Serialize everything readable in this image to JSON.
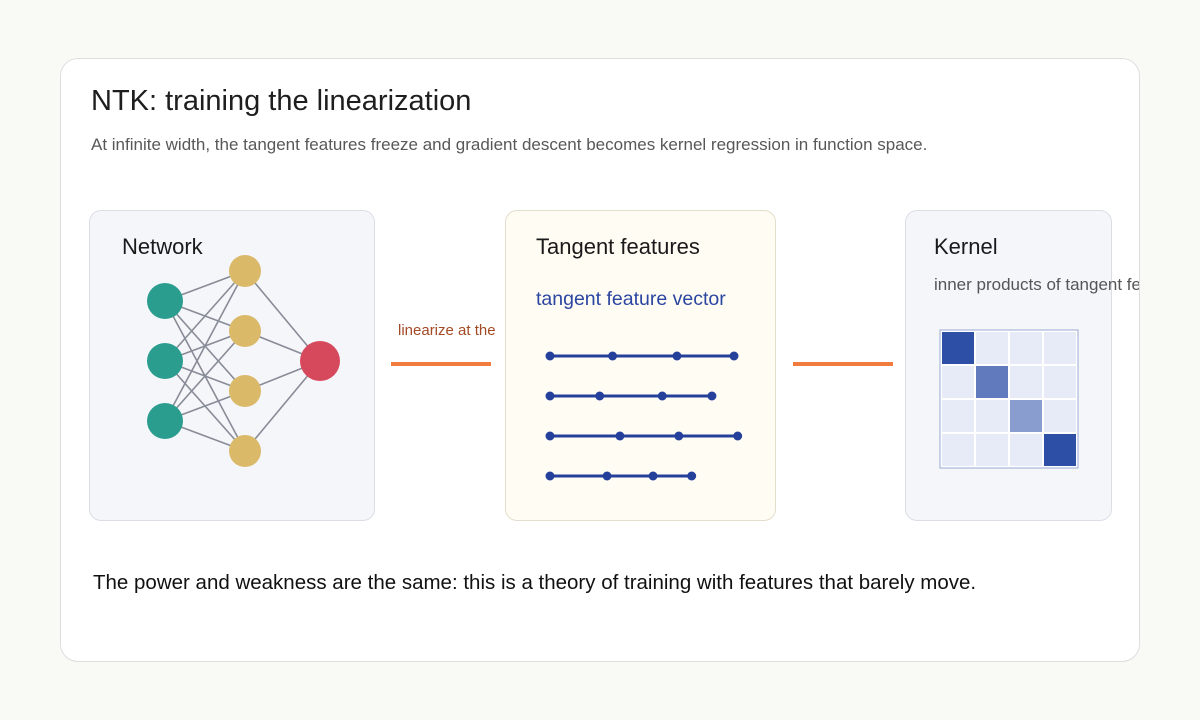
{
  "header": {
    "title": "NTK: training the linearization",
    "subtitle": "At infinite width, the tangent features freeze and gradient descent becomes kernel regression in function space."
  },
  "panels": {
    "network": {
      "title": "Network"
    },
    "tangent": {
      "title": "Tangent features",
      "caption": "tangent feature vector"
    },
    "kernel": {
      "title": "Kernel",
      "caption": "inner products of tangent features"
    }
  },
  "arrows": {
    "linearize_label": "linearize at the"
  },
  "network": {
    "layers": [
      3,
      4,
      1
    ],
    "colors": {
      "input": "#2a9d8f",
      "hidden": "#dab968",
      "output": "#d6495c",
      "edge": "#878c97"
    }
  },
  "tangent_rows": [
    [
      0,
      0.34,
      0.69,
      1.0
    ],
    [
      0,
      0.27,
      0.61,
      0.88
    ],
    [
      0,
      0.38,
      0.7,
      1.02
    ],
    [
      0,
      0.31,
      0.56,
      0.77
    ]
  ],
  "kernel_matrix": [
    [
      1.0,
      0.1,
      0.1,
      0.1
    ],
    [
      0.1,
      0.75,
      0.1,
      0.1
    ],
    [
      0.1,
      0.1,
      0.55,
      0.1
    ],
    [
      0.1,
      0.1,
      0.1,
      1.0
    ]
  ],
  "colors": {
    "accent": "#f07c3e",
    "tangent_line": "#24409a",
    "kernel_high": "#2e4fa6",
    "kernel_low": "#e6ebf7"
  },
  "conclusion": "The power and weakness are the same: this is a theory of training with features that barely move."
}
